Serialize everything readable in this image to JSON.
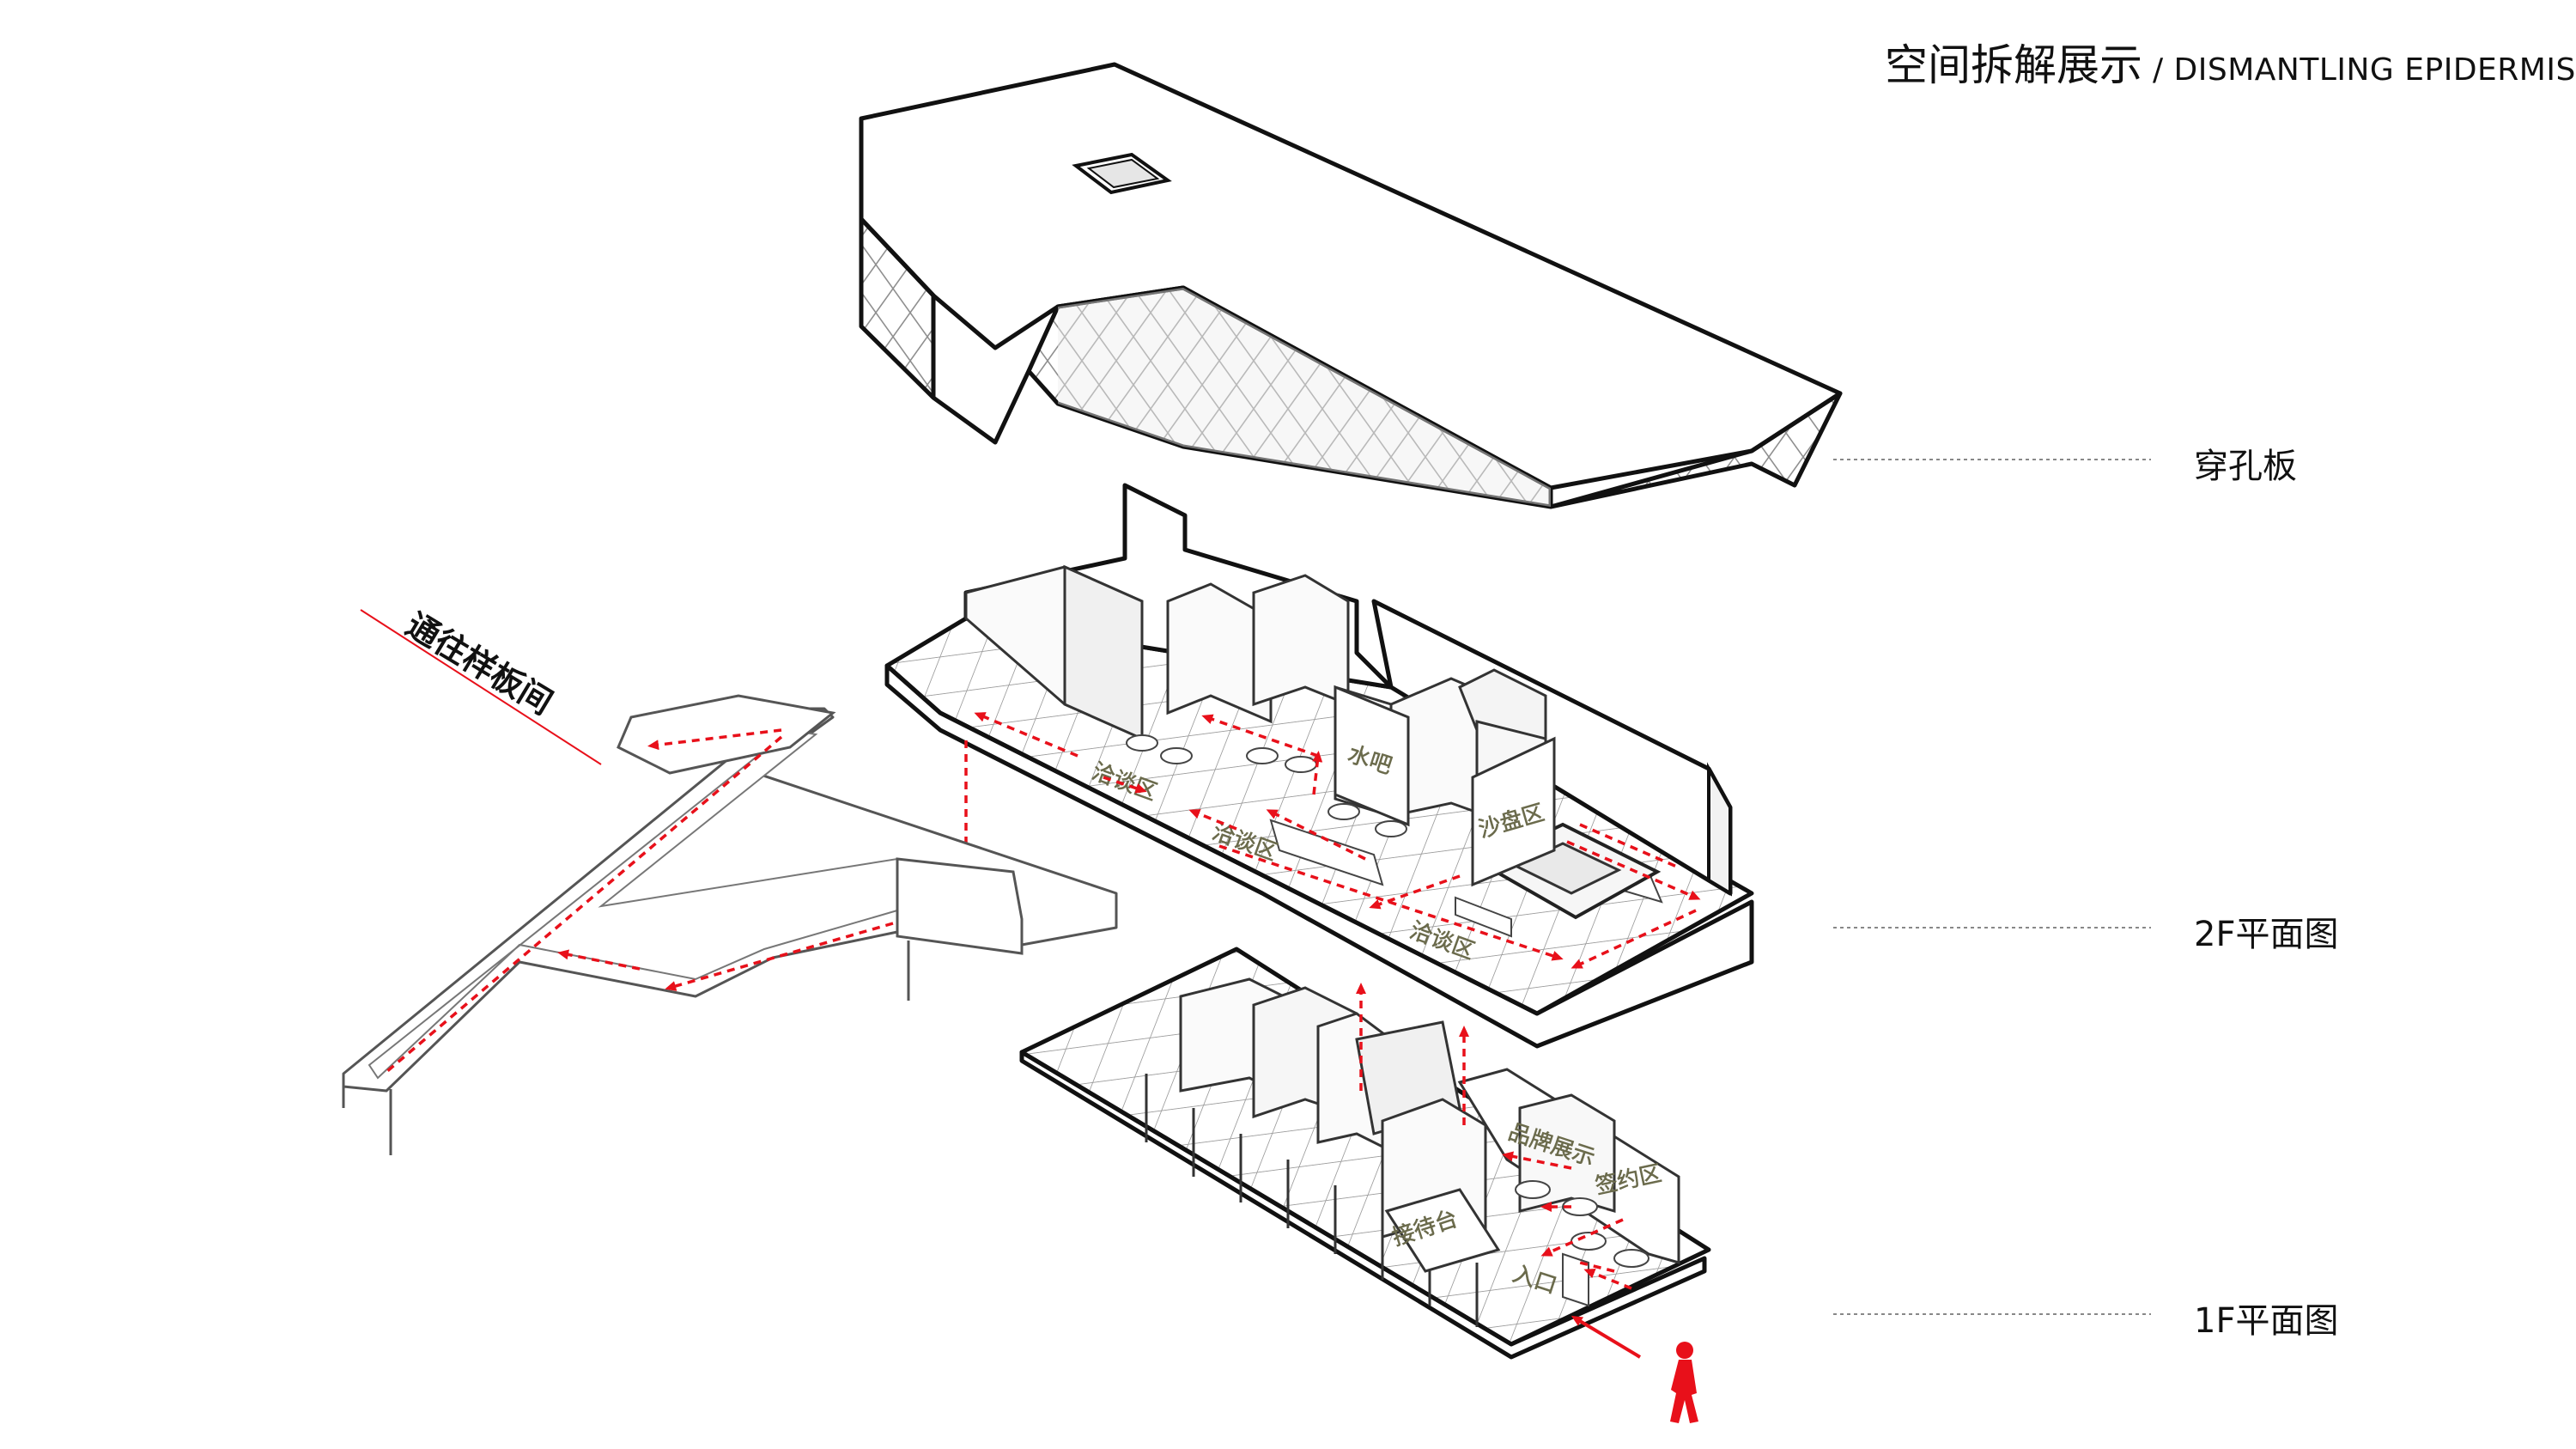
{
  "header": {
    "title_cn": "空间拆解展示",
    "title_sep": " / ",
    "title_en": "DISMANTLING EPIDERMIS"
  },
  "layers": {
    "roof": "穿孔板",
    "second_floor": "2F平面图",
    "first_floor": "1F平面图"
  },
  "path_label": "通往样板间",
  "zones": {
    "f2_left": "洽谈区",
    "f2_mid": "水吧",
    "f2_right": "沙盘区",
    "f2_center": "洽谈区",
    "f2_bottom": "洽谈区",
    "f1_a": "品牌展示",
    "f1_b": "接待台",
    "f1_c": "签约区",
    "f1_d": "入口"
  },
  "colors": {
    "route": "#e8101a",
    "line": "#111111",
    "hatch": "#9a9a9a",
    "sign": "#6b6b4c"
  }
}
